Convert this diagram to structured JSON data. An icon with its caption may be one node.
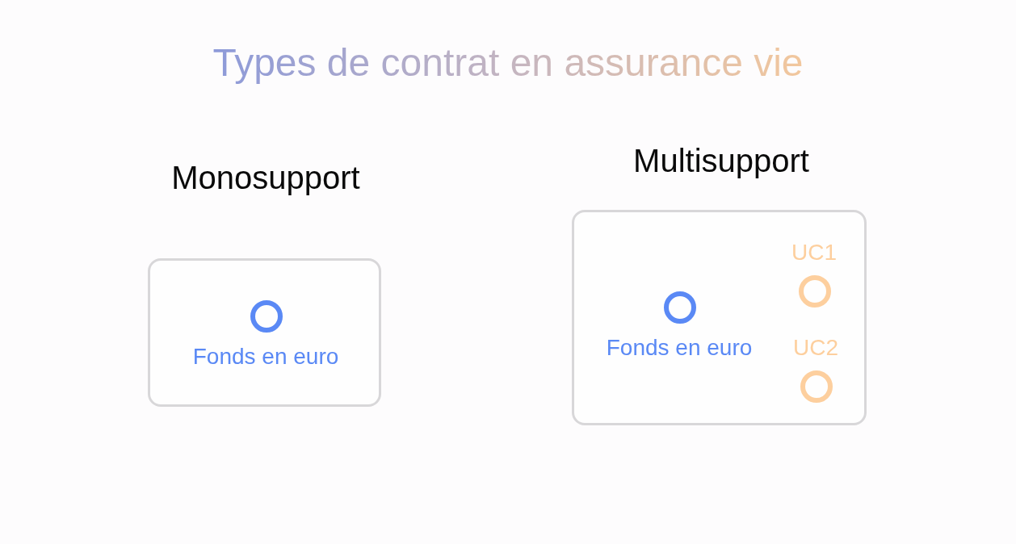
{
  "diagram": {
    "title": "Types de contrat en assurance vie",
    "nodes": [
      {
        "text": [
          "Monosupport"
        ]
      },
      {
        "text": [],
        "shape": "circle",
        "in": 0,
        "beside": [
          "Fonds en euro"
        ]
      },
      {
        "text": [
          "Multisupport"
        ]
      },
      {
        "text": [],
        "shape": "circle",
        "in": 2,
        "beside": [
          "Fonds en euro"
        ]
      },
      {
        "text": [],
        "shape": "circle",
        "in": 2,
        "beside": [
          "UC1"
        ]
      },
      {
        "text": [],
        "shape": "circle",
        "in": 2,
        "beside": [
          "UC2"
        ]
      }
    ]
  }
}
